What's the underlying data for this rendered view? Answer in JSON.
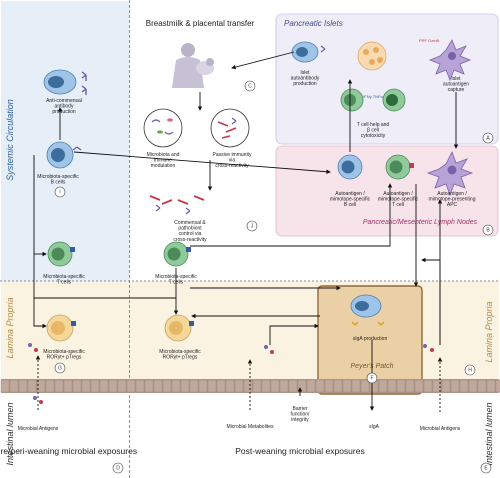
{
  "regions": {
    "systemic_circulation": "Systemic Circulation",
    "lamina_propria_left": "Lamina Propria",
    "lamina_propria_right": "Lamina Propria",
    "intestinal_lumen_left": "Intestinal lumen",
    "intestinal_lumen_right": "Intestinal lumen",
    "breastmilk_title": "Breastmilk & placental transfer",
    "pancreatic_islets": "Pancreatic Islets",
    "pancreatic_lymph_nodes": "Pancreatic/Mesenteric Lymph Nodes",
    "peyers_patch": "Peyer's Patch"
  },
  "labels": {
    "anti_commensal": "Anti-commensal antibody production",
    "microbiota_b": "Microbiota-specific B cells",
    "microbiota_t_left": "Microbiota-specific T cells",
    "microbiota_t_mid": "Microbiota-specific T cells",
    "treg_left": "Microbiota-specific RORγt+ pTregs",
    "treg_mid": "Microbiota-specific RORγt+ pTregs",
    "microbiota_immune": "Microbiota and immune modulation",
    "passive_immunity": "Passive immunity via cross-reactivity",
    "commensal_control": "Commensal & pathobiont control via cross-reactivity",
    "islet_autoab": "Islet autoantibody production",
    "islet_capture": "Islet autoantigen capture",
    "t_cell_help": "T cell help and β cell cytotoxicity",
    "ifng": "IFNγ TNFα",
    "prf": "PRF GzmB",
    "auto_b": "Autoantigen / mimotope-specific B cell",
    "auto_t": "Autoantigen / mimotope-specific T cell",
    "auto_apc": "Autoantigen / mimotope-presenting APC",
    "siga_production": "sIgA production",
    "siga": "sIgA",
    "barrier": "Barrier function/ integrity",
    "microbial_metabolites": "Microbial Metabolites",
    "microbial_antigens_left": "Microbial Antigens",
    "microbial_antigens_right": "Microbial Antigens",
    "pre_weaning": "Pre/peri-weaning microbial exposures",
    "post_weaning": "Post-weaning microbial exposures"
  },
  "badges": [
    "A",
    "B",
    "C",
    "D",
    "E",
    "F",
    "G",
    "H",
    "I",
    "J"
  ],
  "colors": {
    "systemic_bg": "#e6eef8",
    "systemic_title": "#2e5f9e",
    "lamina_bg": "#fbf3e1",
    "lamina_title": "#b08a4a",
    "islets_bg": "#efedf8",
    "lymph_bg": "#f7e3ea",
    "lymph_title": "#a8326a",
    "peyer_bg": "#ebcfa5",
    "epithelium": "#b39a8e",
    "b_cell": "#9ec5e8",
    "t_cell": "#8fca9a",
    "treg": "#f6d79a",
    "apc": "#b8a3d8"
  }
}
